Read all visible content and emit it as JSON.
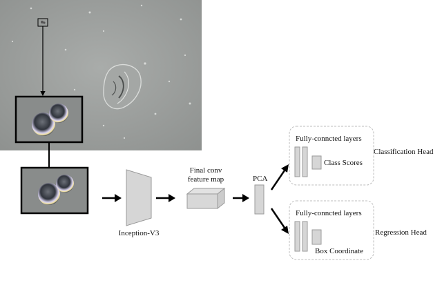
{
  "backbone": {
    "label": "Inception-V3"
  },
  "feature_map": {
    "line1": "Final conv",
    "line2": "feature map"
  },
  "pca": {
    "label": "PCA"
  },
  "classification": {
    "fc_label": "Fully-conncted layers",
    "output_label": "Class Scores",
    "head_label": "Classification Head"
  },
  "regression": {
    "fc_label": "Fully-conncted layers",
    "output_label": "Box Coordinate",
    "head_label": "Regression Head"
  }
}
